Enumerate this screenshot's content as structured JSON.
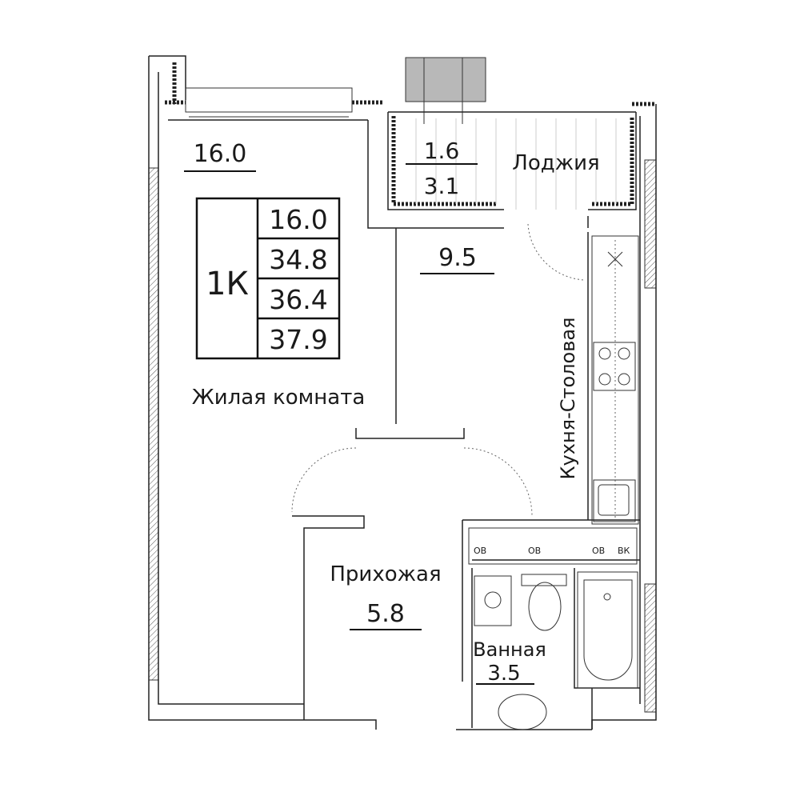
{
  "plan": {
    "type_label": "1К",
    "areas_table": [
      "16.0",
      "34.8",
      "36.4",
      "37.9"
    ],
    "rooms": {
      "living": {
        "name": "Жилая комната",
        "area": "16.0"
      },
      "loggia": {
        "name": "Лоджия",
        "area_top": "1.6",
        "area_bottom": "3.1"
      },
      "kitchen": {
        "name": "Кухня-Столовая",
        "area": "9.5"
      },
      "hall": {
        "name": "Прихожая",
        "area": "5.8"
      },
      "bath": {
        "name": "Ванная",
        "area": "3.5"
      }
    },
    "shaft_labels": [
      "ОВ",
      "ОВ",
      "ОВ",
      "ВК"
    ]
  }
}
